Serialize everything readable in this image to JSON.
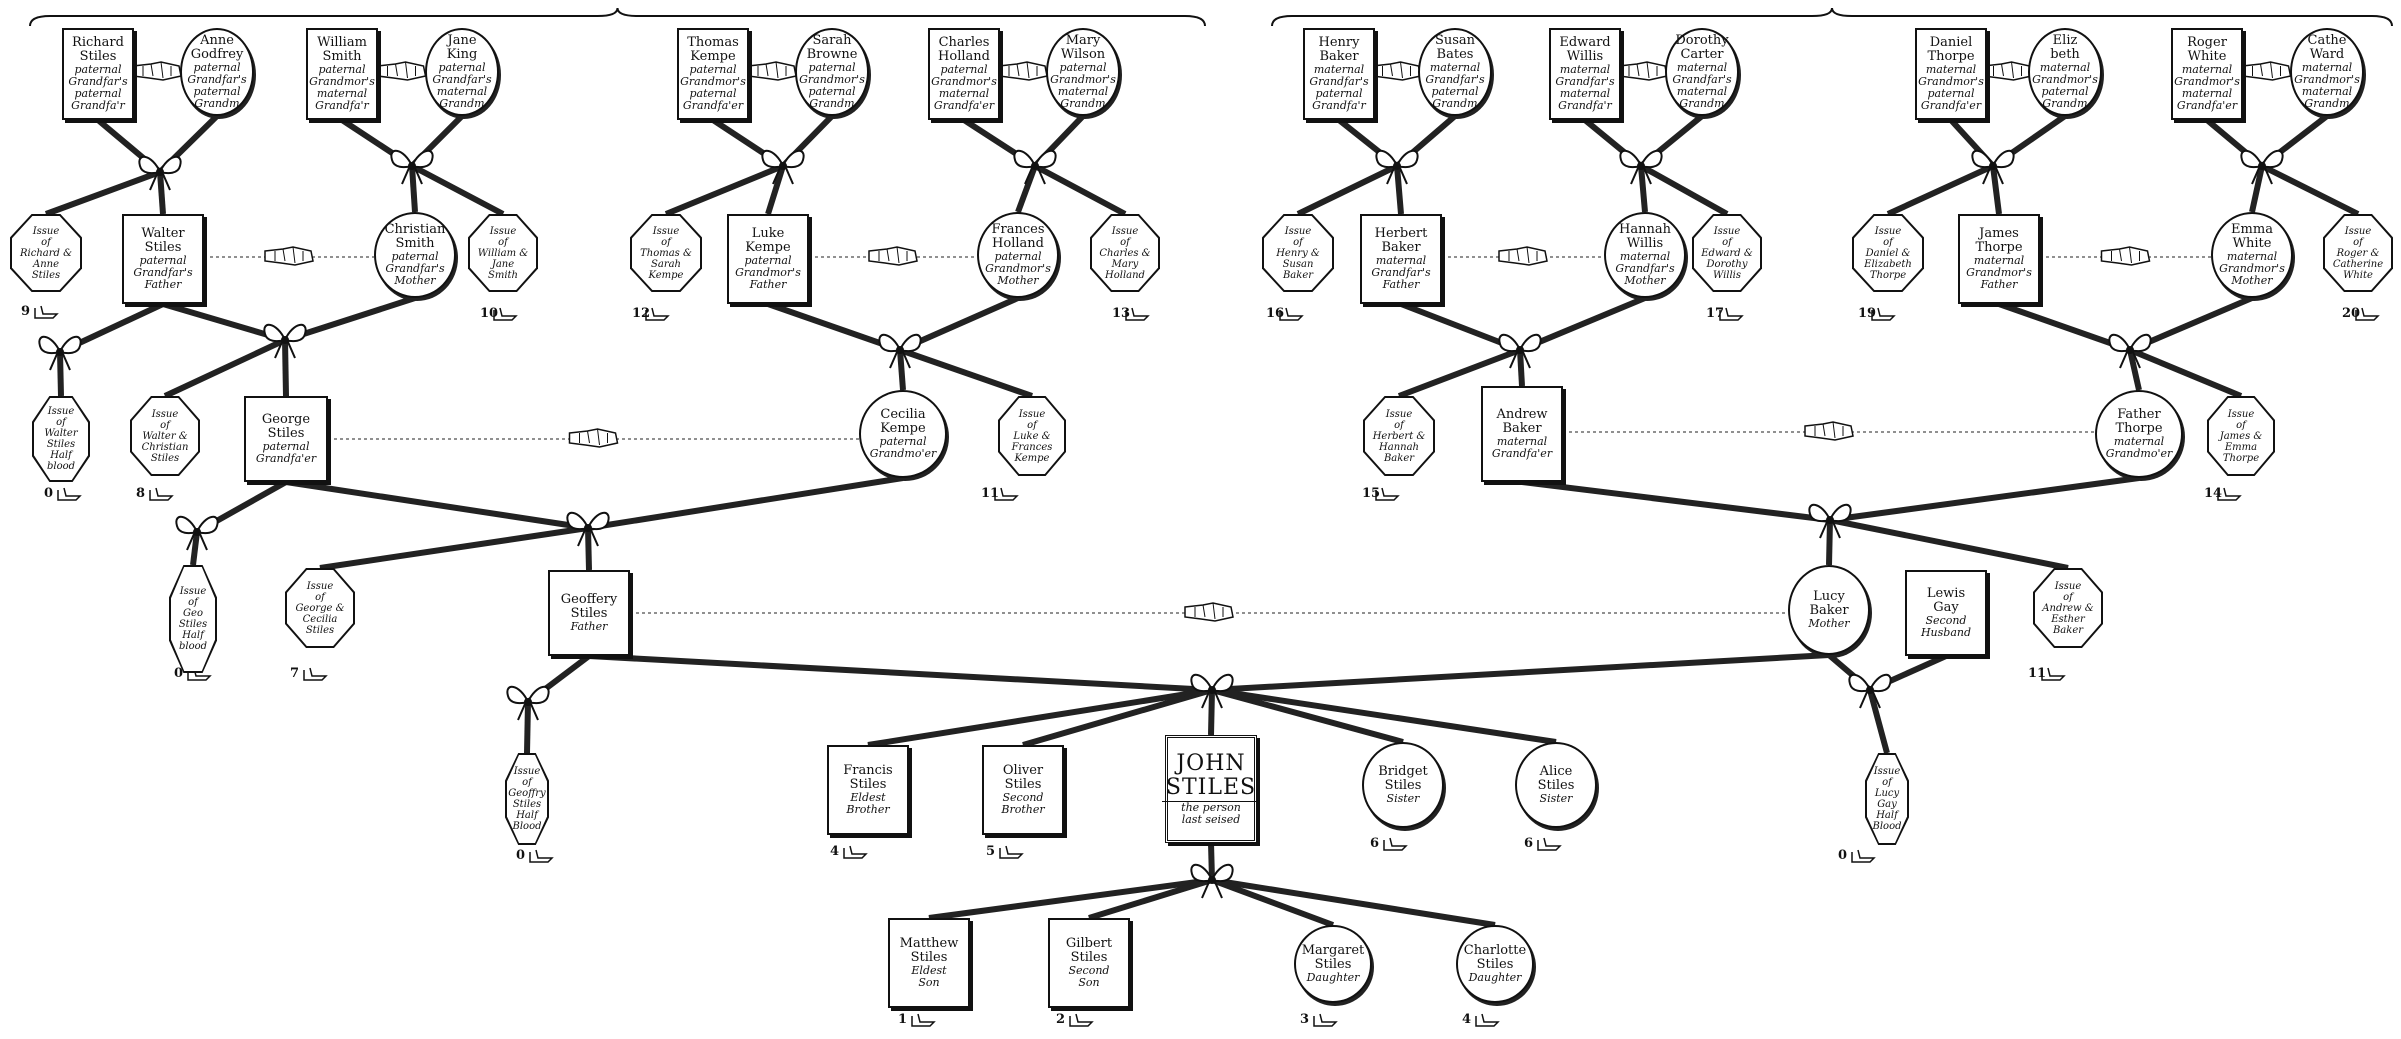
{
  "diagram": {
    "nodes": [
      {
        "id": "richard",
        "shape": "sq",
        "lines": [
          "Richard",
          "Stiles",
          "paternal",
          "Grandfar's",
          "paternal",
          "Grandfa'r"
        ]
      },
      {
        "id": "anne",
        "shape": "circ",
        "lines": [
          "Anne",
          "Godfrey",
          "paternal",
          "Grandfar's",
          "paternal",
          "Grandm"
        ]
      },
      {
        "id": "william_smith",
        "shape": "sq",
        "lines": [
          "William",
          "Smith",
          "paternal",
          "Grandmor's",
          "maternal",
          "Grandfa'r"
        ]
      },
      {
        "id": "jane",
        "shape": "circ",
        "lines": [
          "Jane",
          "King",
          "paternal",
          "Grandfar's",
          "maternal",
          "Grandm"
        ]
      },
      {
        "id": "thomas",
        "shape": "sq",
        "lines": [
          "Thomas",
          "Kempe",
          "paternal",
          "Grandmor's",
          "paternal",
          "Grandfa'er"
        ]
      },
      {
        "id": "sarah",
        "shape": "circ",
        "lines": [
          "Sarah",
          "Browne",
          "paternal",
          "Grandmor's",
          "paternal",
          "Grandm"
        ]
      },
      {
        "id": "charles",
        "shape": "sq",
        "lines": [
          "Charles",
          "Holland",
          "paternal",
          "Grandmor's",
          "maternal",
          "Grandfa'er"
        ]
      },
      {
        "id": "mary",
        "shape": "circ",
        "lines": [
          "Mary",
          "Wilson",
          "paternal",
          "Grandmor's",
          "maternal",
          "Grandm"
        ]
      },
      {
        "id": "henry",
        "shape": "sq",
        "lines": [
          "Henry",
          "Baker",
          "maternal",
          "Grandfar's",
          "paternal",
          "Grandfa'r"
        ]
      },
      {
        "id": "susan",
        "shape": "circ",
        "lines": [
          "Susan",
          "Bates",
          "maternal",
          "Grandfar's",
          "paternal",
          "Grandm"
        ]
      },
      {
        "id": "edward",
        "shape": "sq",
        "lines": [
          "Edward",
          "Willis",
          "maternal",
          "Grandfar's",
          "maternal",
          "Grandfa'r"
        ]
      },
      {
        "id": "dorothy",
        "shape": "circ",
        "lines": [
          "Dorothy",
          "Carter",
          "maternal",
          "Grandfar's",
          "maternal",
          "Grandm"
        ]
      },
      {
        "id": "daniel",
        "shape": "sq",
        "lines": [
          "Daniel",
          "Thorpe",
          "maternal",
          "Grandmor's",
          "paternal",
          "Grandfa'er"
        ]
      },
      {
        "id": "elizabeth",
        "shape": "circ",
        "lines": [
          "Eliz",
          "beth",
          "maternal",
          "Grandmor's",
          "paternal",
          "Grandm"
        ]
      },
      {
        "id": "roger",
        "shape": "sq",
        "lines": [
          "Roger",
          "White",
          "maternal",
          "Grandmor's",
          "maternal",
          "Grandfa'er"
        ]
      },
      {
        "id": "catherine",
        "shape": "circ",
        "lines": [
          "Cathe",
          "Ward",
          "maternal",
          "Grandmor's",
          "maternal",
          "Grandm"
        ]
      },
      {
        "id": "issue_richard",
        "shape": "oct",
        "lines": [
          "Issue",
          "of",
          "Richard &",
          "Anne",
          "Stiles"
        ]
      },
      {
        "id": "walter",
        "shape": "sq",
        "lines": [
          "Walter",
          "Stiles",
          "paternal",
          "Grandfar's",
          "Father"
        ]
      },
      {
        "id": "christian",
        "shape": "circ",
        "lines": [
          "Christian",
          "Smith",
          "paternal",
          "Grandfar's",
          "Mother"
        ]
      },
      {
        "id": "issue_william",
        "shape": "oct",
        "lines": [
          "Issue",
          "of",
          "William &",
          "Jane",
          "Smith"
        ]
      },
      {
        "id": "issue_thomas",
        "shape": "oct",
        "lines": [
          "Issue",
          "of",
          "Thomas &",
          "Sarah",
          "Kempe"
        ]
      },
      {
        "id": "luke",
        "shape": "sq",
        "lines": [
          "Luke",
          "Kempe",
          "paternal",
          "Grandmor's",
          "Father"
        ]
      },
      {
        "id": "frances_h",
        "shape": "circ",
        "lines": [
          "Frances",
          "Holland",
          "paternal",
          "Grandmor's",
          "Mother"
        ]
      },
      {
        "id": "issue_charles",
        "shape": "oct",
        "lines": [
          "Issue",
          "of",
          "Charles &",
          "Mary",
          "Holland"
        ]
      },
      {
        "id": "issue_henry",
        "shape": "oct",
        "lines": [
          "Issue",
          "of",
          "Henry &",
          "Susan",
          "Baker"
        ]
      },
      {
        "id": "herbert",
        "shape": "sq",
        "lines": [
          "Herbert",
          "Baker",
          "maternal",
          "Grandfar's",
          "Father"
        ]
      },
      {
        "id": "hannah",
        "shape": "circ",
        "lines": [
          "Hannah",
          "Willis",
          "maternal",
          "Grandfar's",
          "Mother"
        ]
      },
      {
        "id": "issue_edward",
        "shape": "oct",
        "lines": [
          "Issue",
          "of",
          "Edward &",
          "Dorothy",
          "Willis"
        ]
      },
      {
        "id": "issue_daniel",
        "shape": "oct",
        "lines": [
          "Issue",
          "of",
          "Daniel &",
          "Elizabeth",
          "Thorpe"
        ]
      },
      {
        "id": "james",
        "shape": "sq",
        "lines": [
          "James",
          "Thorpe",
          "maternal",
          "Grandmor's",
          "Father"
        ]
      },
      {
        "id": "emma",
        "shape": "circ",
        "lines": [
          "Emma",
          "White",
          "maternal",
          "Grandmor's",
          "Mother"
        ]
      },
      {
        "id": "issue_roger",
        "shape": "oct",
        "lines": [
          "Issue",
          "of",
          "Roger &",
          "Catherine",
          "White"
        ]
      },
      {
        "id": "issue_walter_half",
        "shape": "oct",
        "lines": [
          "Issue",
          "of",
          "Walter",
          "Stiles",
          "Half",
          "blood"
        ]
      },
      {
        "id": "issue_walter",
        "shape": "oct",
        "lines": [
          "Issue",
          "of",
          "Walter &",
          "Christian",
          "Stiles"
        ]
      },
      {
        "id": "george",
        "shape": "sq",
        "lines": [
          "George",
          "Stiles",
          "paternal",
          "Grandfa'er"
        ]
      },
      {
        "id": "cecilia",
        "shape": "circ",
        "lines": [
          "Cecilia",
          "Kempe",
          "paternal",
          "Grandmo'er"
        ]
      },
      {
        "id": "issue_luke",
        "shape": "oct",
        "lines": [
          "Issue",
          "of",
          "Luke &",
          "Frances",
          "Kempe"
        ]
      },
      {
        "id": "issue_herbert",
        "shape": "oct",
        "lines": [
          "Issue",
          "of",
          "Herbert &",
          "Hannah",
          "Baker"
        ]
      },
      {
        "id": "andrew",
        "shape": "sq",
        "lines": [
          "Andrew",
          "Baker",
          "maternal",
          "Grandfa'er"
        ]
      },
      {
        "id": "father_thorpe",
        "shape": "circ",
        "lines": [
          "Father",
          "Thorpe",
          "maternal",
          "Grandmo'er"
        ]
      },
      {
        "id": "issue_james",
        "shape": "oct",
        "lines": [
          "Issue",
          "of",
          "James &",
          "Emma",
          "Thorpe"
        ]
      },
      {
        "id": "issue_geo_half",
        "shape": "oct",
        "lines": [
          "Issue",
          "of",
          "Geo",
          "Stiles",
          "Half",
          "blood"
        ]
      },
      {
        "id": "issue_george",
        "shape": "oct",
        "lines": [
          "Issue",
          "of",
          "George &",
          "Cecilia",
          "Stiles"
        ]
      },
      {
        "id": "geoffery",
        "shape": "sq",
        "lines": [
          "Geoffery",
          "Stiles",
          "Father"
        ]
      },
      {
        "id": "lucy",
        "shape": "circ",
        "lines": [
          "Lucy",
          "Baker",
          "Mother"
        ]
      },
      {
        "id": "lewis",
        "shape": "sq",
        "lines": [
          "Lewis",
          "Gay",
          "Second",
          "Husband"
        ]
      },
      {
        "id": "issue_andrew",
        "shape": "oct",
        "lines": [
          "Issue",
          "of",
          "Andrew &",
          "Esther",
          "Baker"
        ]
      },
      {
        "id": "issue_geoffery_half",
        "shape": "oct",
        "lines": [
          "Issue",
          "of",
          "Geoffry",
          "Stiles",
          "Half",
          "Blood"
        ]
      },
      {
        "id": "francis",
        "shape": "sq",
        "lines": [
          "Francis",
          "Stiles",
          "Eldest",
          "Brother"
        ]
      },
      {
        "id": "oliver",
        "shape": "sq",
        "lines": [
          "Oliver",
          "Stiles",
          "Second",
          "Brother"
        ]
      },
      {
        "id": "john",
        "shape": "ego",
        "lines": [
          "JOHN",
          "STILES",
          "the person",
          "last seised"
        ]
      },
      {
        "id": "bridget",
        "shape": "circ",
        "lines": [
          "Bridget",
          "Stiles",
          "Sister"
        ]
      },
      {
        "id": "alice",
        "shape": "circ",
        "lines": [
          "Alice",
          "Stiles",
          "Sister"
        ]
      },
      {
        "id": "issue_lucy_half",
        "shape": "oct",
        "lines": [
          "Issue",
          "of",
          "Lucy",
          "Gay",
          "Half",
          "Blood"
        ]
      },
      {
        "id": "matthew",
        "shape": "sq",
        "lines": [
          "Matthew",
          "Stiles",
          "Eldest",
          "Son"
        ]
      },
      {
        "id": "gilbert",
        "shape": "sq",
        "lines": [
          "Gilbert",
          "Stiles",
          "Second",
          "Son"
        ]
      },
      {
        "id": "margaret",
        "shape": "circ",
        "lines": [
          "Margaret",
          "Stiles",
          "Daughter"
        ]
      },
      {
        "id": "charlotte",
        "shape": "circ",
        "lines": [
          "Charlotte",
          "Stiles",
          "Daughter"
        ]
      }
    ],
    "degrees": {
      "issue_richard": "9",
      "issue_william": "10",
      "issue_thomas": "12",
      "issue_charles": "13",
      "issue_henry": "16",
      "issue_edward": "17",
      "issue_daniel": "19",
      "issue_roger": "20",
      "issue_walter_half": "0",
      "issue_walter": "8",
      "issue_luke": "11",
      "issue_herbert": "15",
      "issue_james": "14",
      "issue_geo_half": "0",
      "issue_george": "7",
      "issue_andrew": "11",
      "issue_geoffery_half": "0",
      "issue_lucy_half": "0",
      "francis": "4",
      "oliver": "5",
      "bridget": "6",
      "alice": "6",
      "matthew": "1",
      "gilbert": "2",
      "margaret": "3",
      "charlotte": "4"
    },
    "icons": {
      "marriage": "handshake-icon",
      "knot": "ribbon-bow-icon",
      "pointer": "pointing-hand-icon",
      "brace": "curly-brace"
    }
  }
}
